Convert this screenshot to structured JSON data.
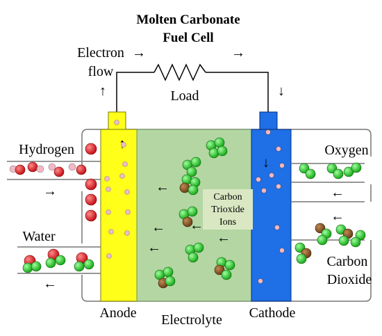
{
  "title": [
    "Molten Carbonate",
    "Fuel Cell"
  ],
  "labels": {
    "electron_flow": [
      "Electron",
      "flow"
    ],
    "load": "Load",
    "hydrogen": "Hydrogen",
    "water": "Water",
    "oxygen": "Oxygen",
    "carbon_dioxide": [
      "Carbon",
      "Dioxide"
    ],
    "carbon_trioxide_ions": [
      "Carbon",
      "Trioxide",
      "Ions"
    ],
    "anode": "Anode",
    "electrolyte": "Electrolyte",
    "cathode": "Cathode"
  },
  "arrows": {
    "right": "→",
    "left": "←",
    "up": "↑",
    "down": "↓"
  },
  "colors": {
    "anode": "#ffff1a",
    "electrolyte": "#b3d6a3",
    "cathode": "#1f6fe6",
    "ion_label_bg": "#d9e8c3",
    "hydrogen_atom": "#d9181e",
    "electron": "#f2b8c6",
    "oxygen_atom": "#22c222",
    "carbon_atom": "#8b5a2b"
  }
}
